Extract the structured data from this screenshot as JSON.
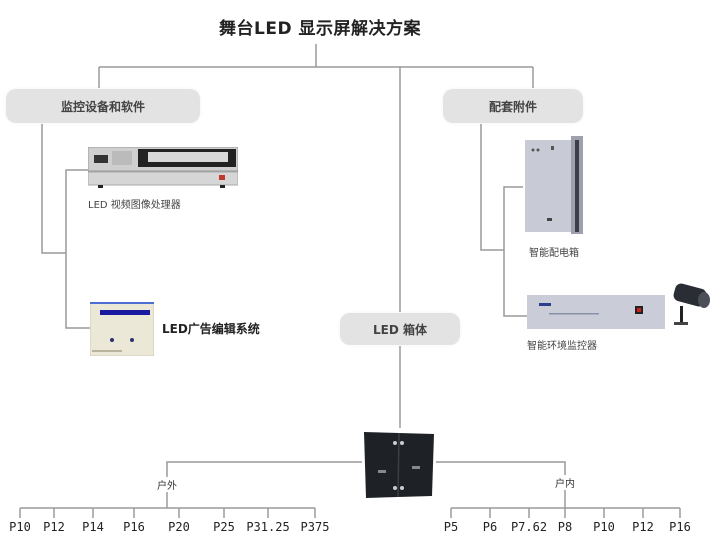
{
  "title": "舞台LED 显示屏解决方案",
  "branches": {
    "monitoring": {
      "label": "监控设备和软件",
      "items": [
        {
          "label": "LED 视频图像处理器",
          "icon": "video-processor-icon"
        },
        {
          "label": "LED广告编辑系统",
          "icon": "software-window-icon"
        }
      ]
    },
    "cabinet": {
      "label": "LED 箱体",
      "icon": "led-cabinet-icon"
    },
    "accessories": {
      "label": "配套附件",
      "items": [
        {
          "label": "智能配电箱",
          "icon": "power-distribution-box-icon"
        },
        {
          "label": "智能环境监控器",
          "icon": "environment-monitor-icon"
        }
      ]
    }
  },
  "outdoor": {
    "label": "户外",
    "pitches": [
      "P10",
      "P12",
      "P14",
      "P16",
      "P20",
      "P25",
      "P31.25",
      "P375"
    ]
  },
  "indoor": {
    "label": "户内",
    "pitches": [
      "P5",
      "P6",
      "P7.62",
      "P8",
      "P10",
      "P12",
      "P16"
    ]
  },
  "colors": {
    "line": "#9a9a9a",
    "pill": "#e3e3e3",
    "text": "#333333"
  }
}
